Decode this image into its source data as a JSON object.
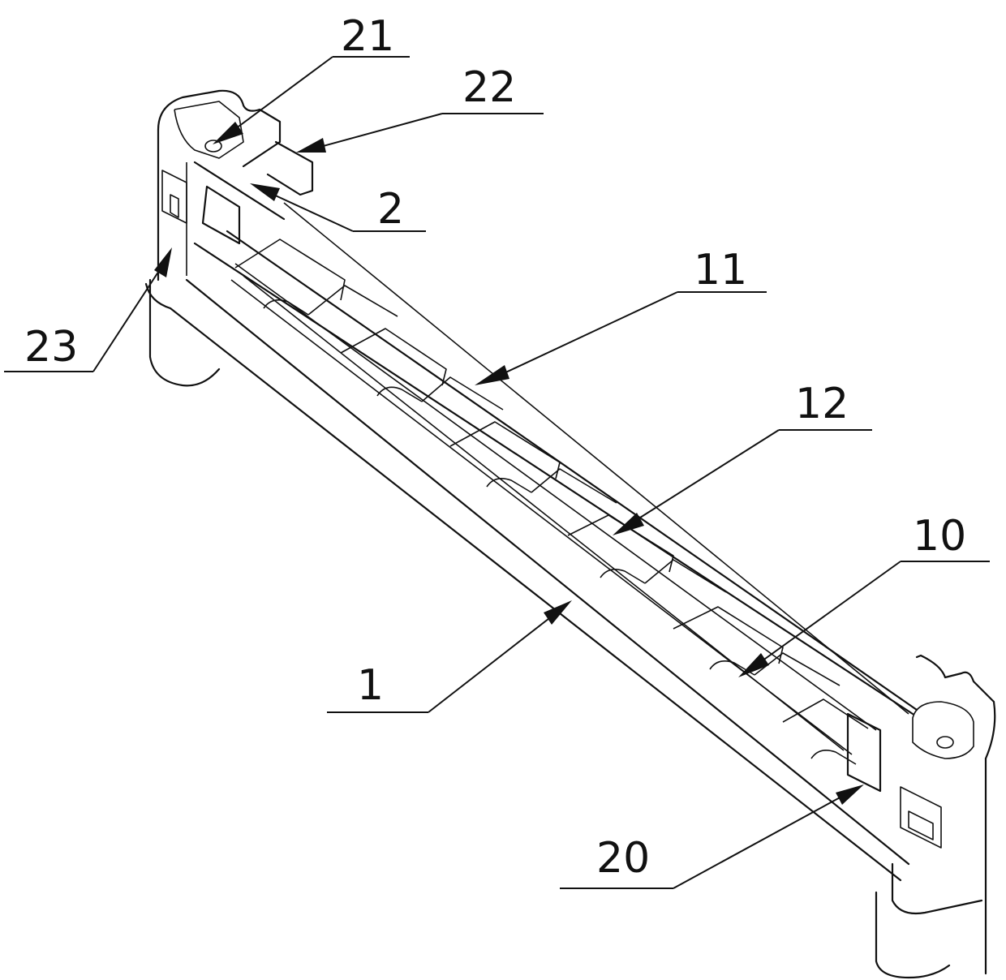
{
  "labels": {
    "l21": "21",
    "l22": "22",
    "l2": "2",
    "l11": "11",
    "l23": "23",
    "l12": "12",
    "l10": "10",
    "l1": "1",
    "l20": "20"
  }
}
